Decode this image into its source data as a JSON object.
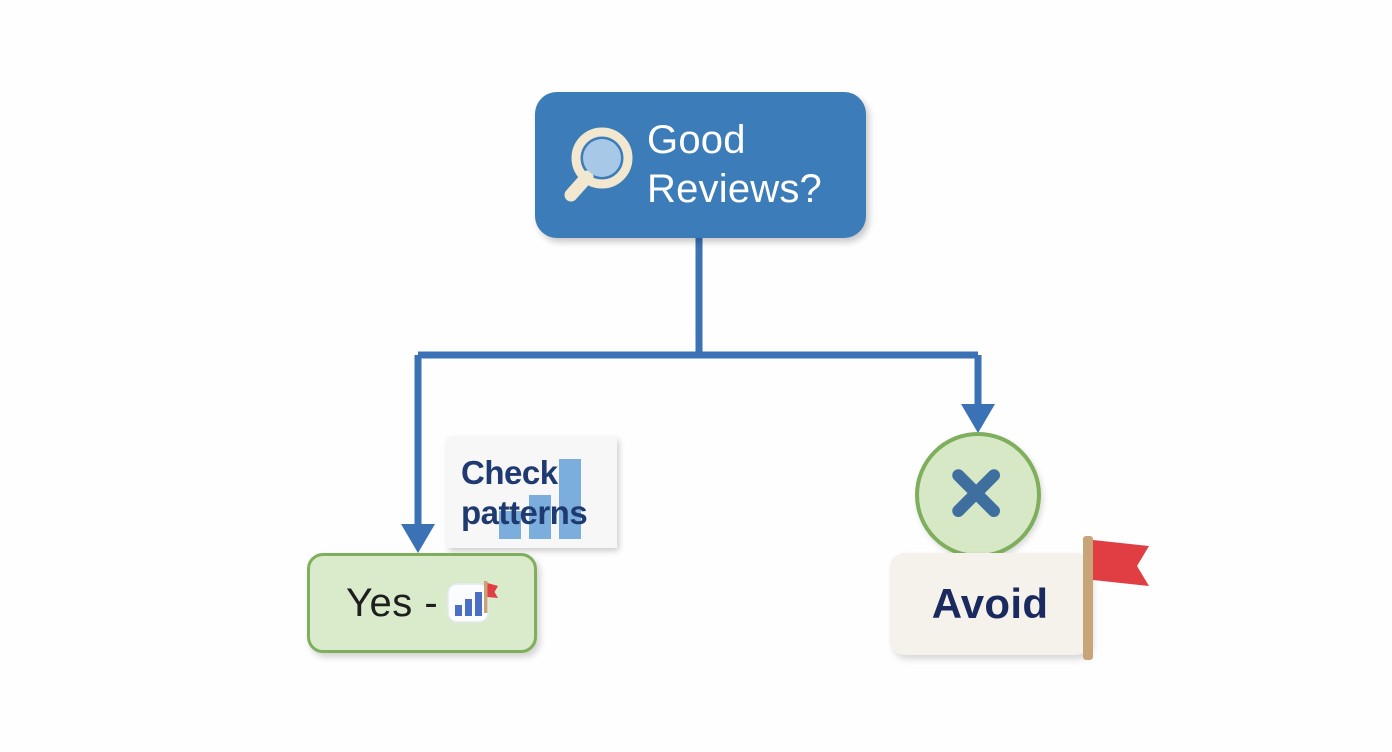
{
  "diagram": {
    "type": "decision-flowchart",
    "background_color": "#fefefe",
    "title_node": {
      "label": "Good Reviews?",
      "icon": "magnifying-glass-icon",
      "fill_color": "#3c7cb8",
      "text_color": "#ffffff"
    },
    "branches": [
      {
        "side": "left",
        "outcome_label": "Yes -",
        "outcome_icon": "bar-chart-icon",
        "secondary_icon": "red-flag-icon",
        "fill_color": "#d9ebcb",
        "border_color": "#7fae5c",
        "annotation": {
          "line1": "Check",
          "line2": "patterns",
          "fill_color": "#f7f7f7",
          "text_color": "#1f3a70",
          "bar_color": "#7baedc"
        }
      },
      {
        "side": "right",
        "marker_icon": "x-mark-icon",
        "marker_fill_color": "#d6e8c5",
        "marker_border_color": "#7fae5c",
        "marker_glyph_color": "#3f6f9e",
        "outcome_label": "Avoid",
        "fill_color": "#f5f2ec",
        "text_color": "#1b2a5e",
        "secondary_icon": "red-flag-icon",
        "flag_color": "#e03e43",
        "flag_pole_color": "#c8a578"
      }
    ],
    "connector_color": "#3a72b5"
  }
}
